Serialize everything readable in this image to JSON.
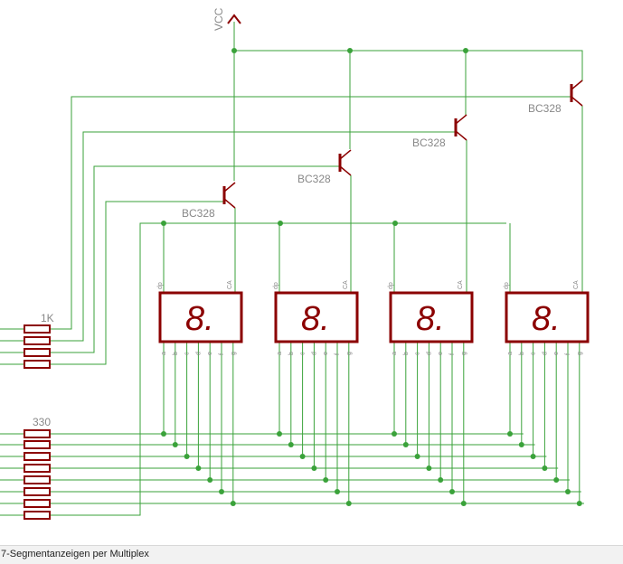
{
  "supply": {
    "label": "VCC"
  },
  "transistors": [
    {
      "part": "BC328"
    },
    {
      "part": "BC328"
    },
    {
      "part": "BC328"
    },
    {
      "part": "BC328"
    }
  ],
  "displays": [
    {
      "glyph": "8.",
      "top_pins": [
        "dp",
        "CA"
      ],
      "bottom_pins": [
        "a",
        "b",
        "c",
        "d",
        "e",
        "f",
        "g"
      ]
    },
    {
      "glyph": "8.",
      "top_pins": [
        "dp",
        "CA"
      ],
      "bottom_pins": [
        "a",
        "b",
        "c",
        "d",
        "e",
        "f",
        "g"
      ]
    },
    {
      "glyph": "8.",
      "top_pins": [
        "dp",
        "CA"
      ],
      "bottom_pins": [
        "a",
        "b",
        "c",
        "d",
        "e",
        "f",
        "g"
      ]
    },
    {
      "glyph": "8.",
      "top_pins": [
        "dp",
        "CA"
      ],
      "bottom_pins": [
        "a",
        "b",
        "c",
        "d",
        "e",
        "f",
        "g"
      ]
    }
  ],
  "resistor_banks": [
    {
      "value": "1K",
      "count": 4
    },
    {
      "value": "330",
      "count": 8
    }
  ],
  "colors": {
    "wire": "#3aa23a",
    "component": "#8b0000",
    "text": "#888888"
  },
  "caption": "7-Segmentanzeigen per Multiplex"
}
